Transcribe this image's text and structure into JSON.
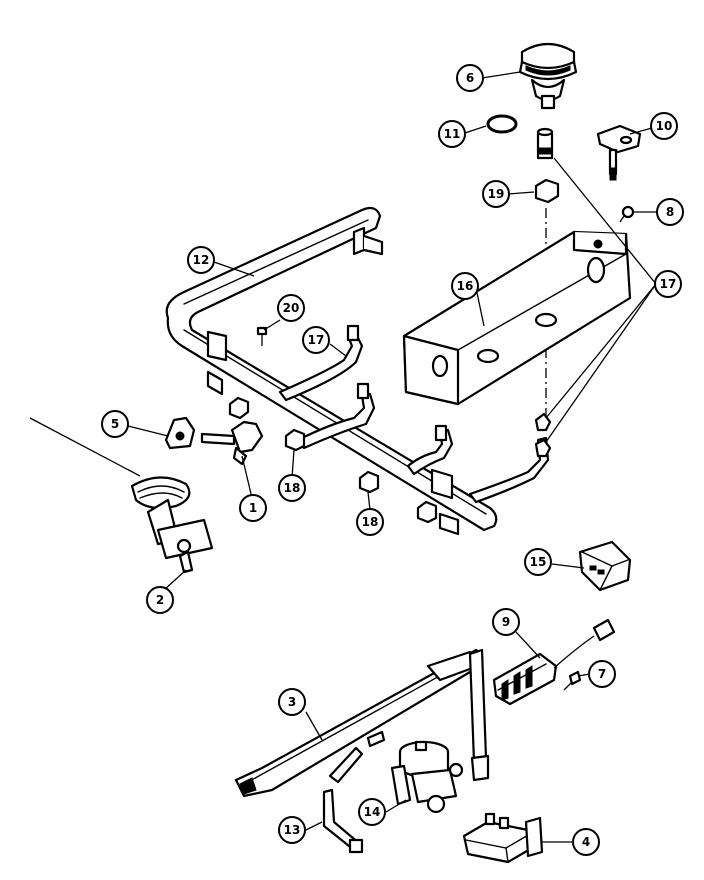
{
  "callouts": [
    {
      "id": "c6",
      "label": "6"
    },
    {
      "id": "c11",
      "label": "11"
    },
    {
      "id": "c10",
      "label": "10"
    },
    {
      "id": "c19",
      "label": "19"
    },
    {
      "id": "c8",
      "label": "8"
    },
    {
      "id": "c12",
      "label": "12"
    },
    {
      "id": "c16",
      "label": "16"
    },
    {
      "id": "c17a",
      "label": "17"
    },
    {
      "id": "c20",
      "label": "20"
    },
    {
      "id": "c17b",
      "label": "17"
    },
    {
      "id": "c5",
      "label": "5"
    },
    {
      "id": "c18a",
      "label": "18"
    },
    {
      "id": "c1",
      "label": "1"
    },
    {
      "id": "c18b",
      "label": "18"
    },
    {
      "id": "c2",
      "label": "2"
    },
    {
      "id": "c15",
      "label": "15"
    },
    {
      "id": "c9",
      "label": "9"
    },
    {
      "id": "c3",
      "label": "3"
    },
    {
      "id": "c7",
      "label": "7"
    },
    {
      "id": "c14",
      "label": "14"
    },
    {
      "id": "c13",
      "label": "13"
    },
    {
      "id": "c4",
      "label": "4"
    }
  ]
}
